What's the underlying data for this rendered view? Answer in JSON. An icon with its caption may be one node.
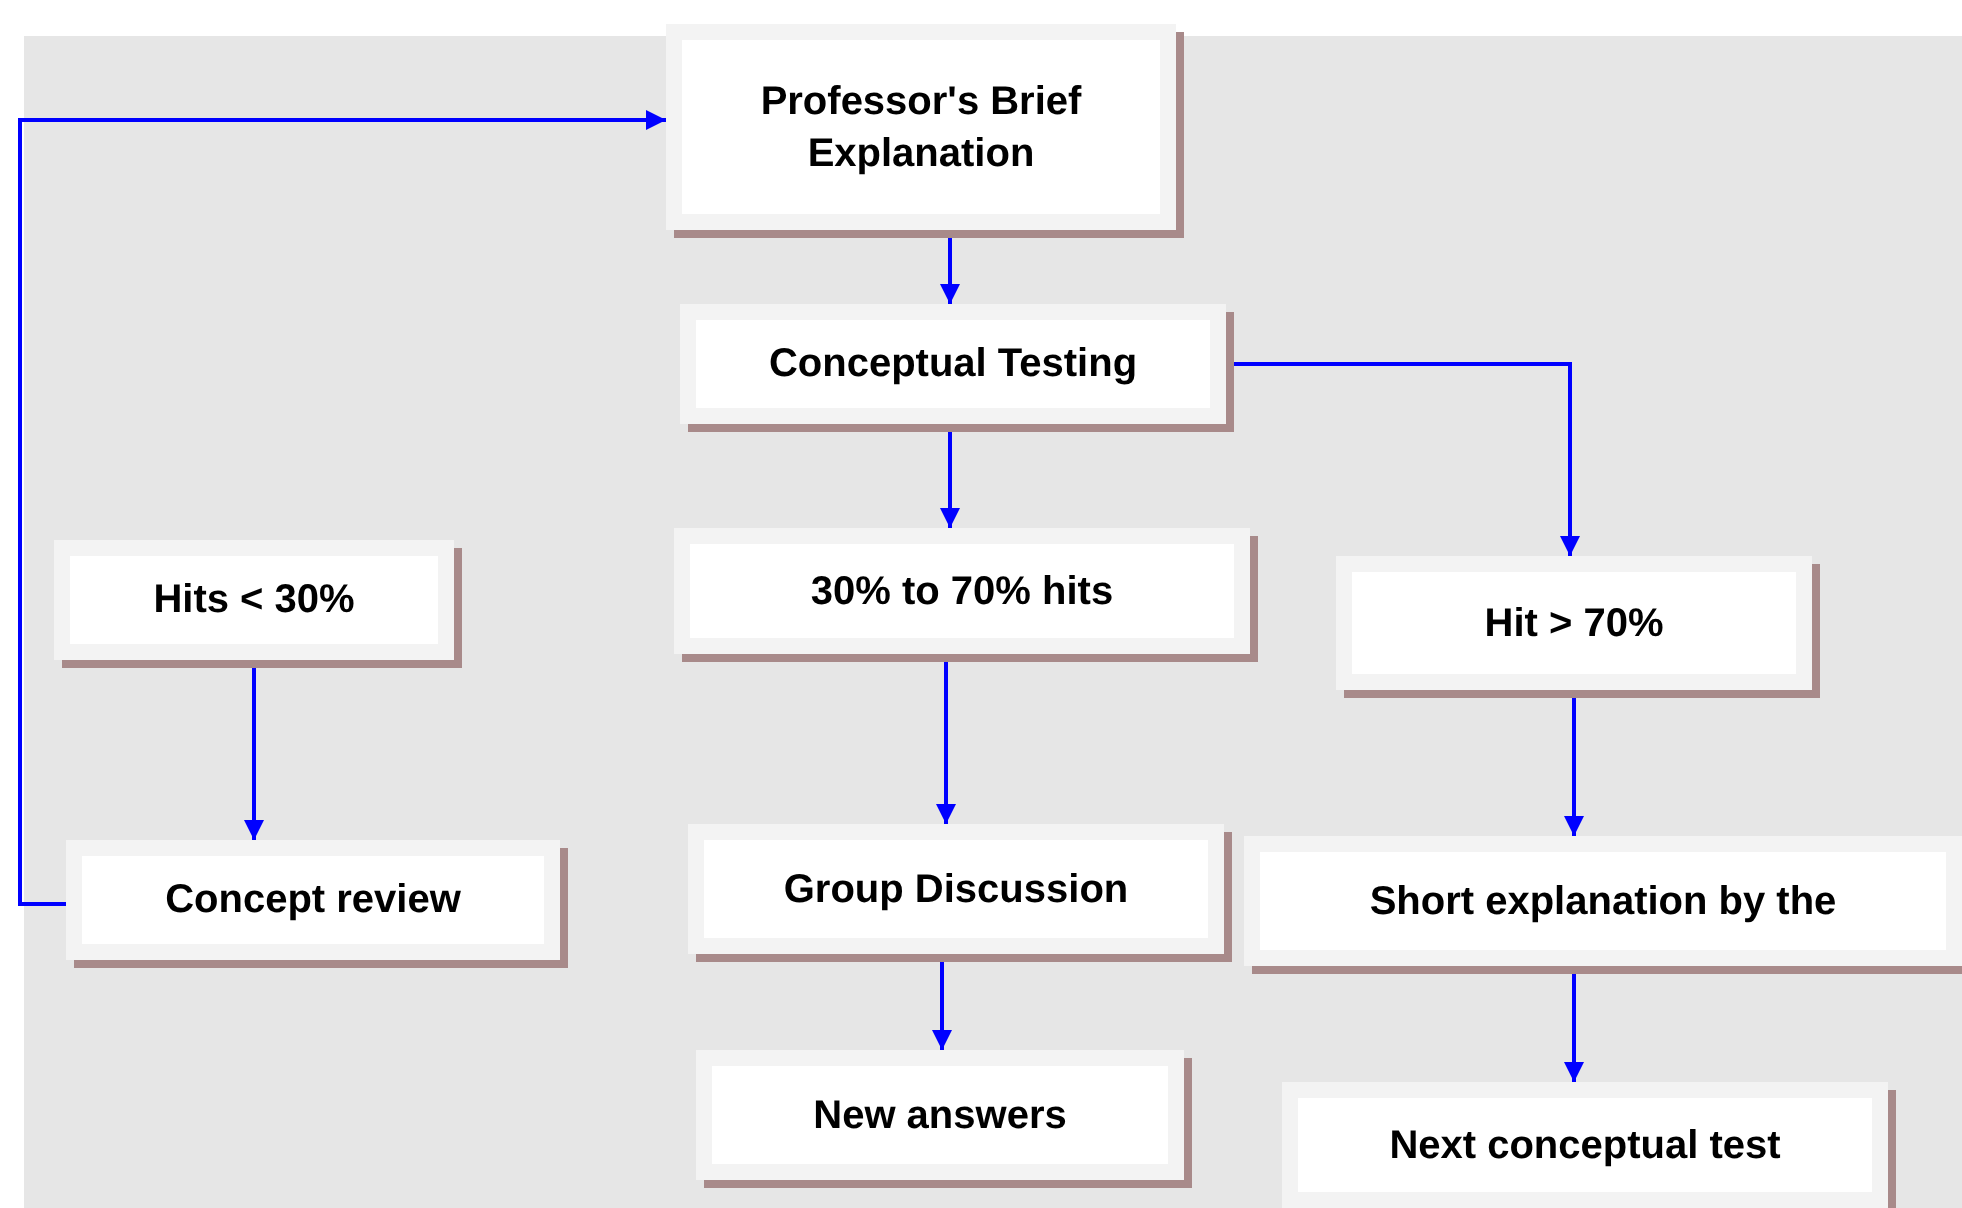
{
  "diagram": {
    "nodes": [
      {
        "text": [
          "Professor's Brief Explanation"
        ]
      },
      {
        "text": [
          "Conceptual Testing"
        ]
      },
      {
        "text": [
          "Hits < 30%"
        ]
      },
      {
        "text": [
          "30% to 70% hits"
        ]
      },
      {
        "text": [
          "Hit > 70%"
        ]
      },
      {
        "text": [
          "Concept review"
        ]
      },
      {
        "text": [
          "Group Discussion"
        ]
      },
      {
        "text": [
          "Short explanation by the"
        ]
      },
      {
        "text": [
          "New answers"
        ]
      },
      {
        "text": [
          "Next conceptual test"
        ]
      }
    ],
    "edges": [
      {
        "from": 0,
        "to": 1,
        "arrow": "to"
      },
      {
        "from": 1,
        "to": 3,
        "arrow": "to"
      },
      {
        "from": 1,
        "to": 4,
        "arrow": "to"
      },
      {
        "from": 2,
        "to": 5,
        "arrow": "to"
      },
      {
        "from": 3,
        "to": 6,
        "arrow": "to"
      },
      {
        "from": 4,
        "to": 7,
        "arrow": "to"
      },
      {
        "from": 6,
        "to": 8,
        "arrow": "to"
      },
      {
        "from": 7,
        "to": 9,
        "arrow": "to"
      },
      {
        "from": 5,
        "to": 0,
        "arrow": "to"
      }
    ]
  }
}
